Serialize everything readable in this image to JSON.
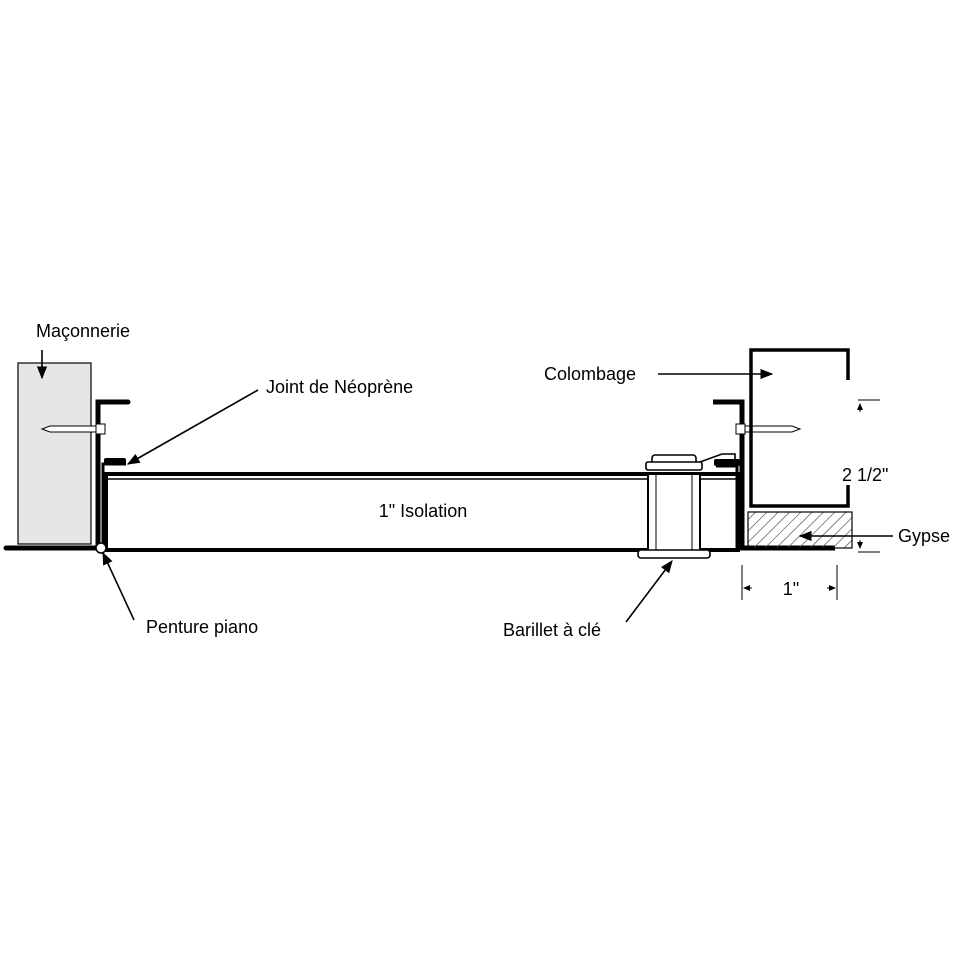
{
  "labels": {
    "maconnerie": "Maçonnerie",
    "joint": "Joint de Néoprène",
    "colombage": "Colombage",
    "isolation": "1\" Isolation",
    "dim_height": "2 1/2\"",
    "gypse": "Gypse",
    "dim_width": "1\"",
    "penture": "Penture piano",
    "barillet": "Barillet à clé"
  },
  "colors": {
    "line": "#000000",
    "masonry_fill": "#e6e6e6",
    "hatch": "#555555"
  }
}
